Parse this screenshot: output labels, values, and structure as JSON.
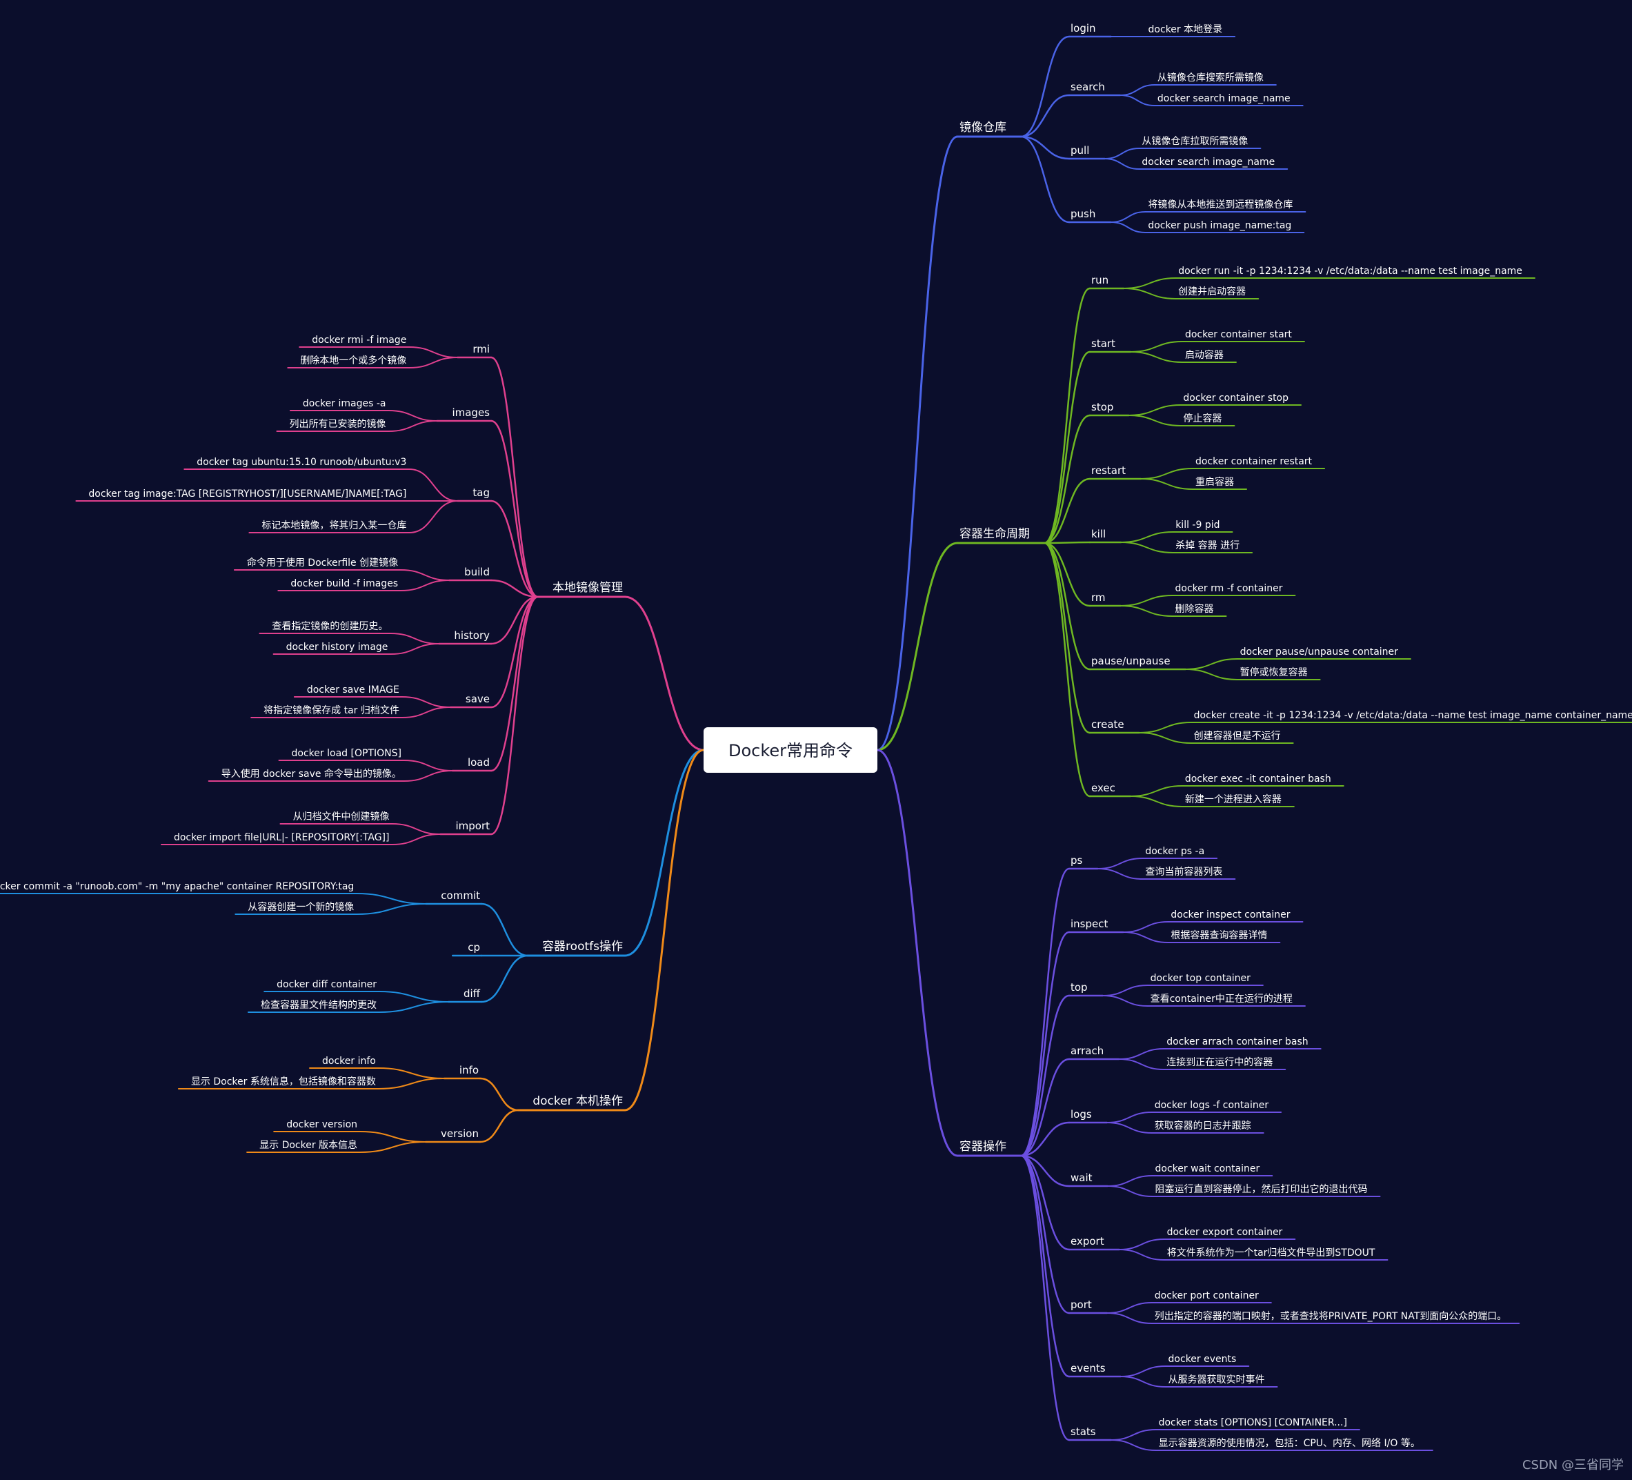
{
  "root": "Docker常用命令",
  "branches": [
    {
      "label": "镜像仓库",
      "color": "#4a63e8",
      "children": [
        {
          "label": "login",
          "children": [
            "docker 本地登录"
          ]
        },
        {
          "label": "search",
          "children": [
            "从镜像仓库搜索所需镜像",
            "docker search image_name"
          ]
        },
        {
          "label": "pull",
          "children": [
            "从镜像仓库拉取所需镜像",
            "docker search image_name"
          ]
        },
        {
          "label": "push",
          "children": [
            "将镜像从本地推送到远程镜像仓库",
            "docker push image_name:tag"
          ]
        }
      ]
    },
    {
      "label": "容器生命周期",
      "color": "#6fb822",
      "children": [
        {
          "label": "run",
          "children": [
            "docker run  -it -p 1234:1234 -v /etc/data:/data --name test image_name",
            "创建并启动容器"
          ]
        },
        {
          "label": "start",
          "children": [
            "docker container start",
            "启动容器"
          ]
        },
        {
          "label": "stop",
          "children": [
            "docker container stop",
            "停止容器"
          ]
        },
        {
          "label": "restart",
          "children": [
            "docker container restart",
            "重启容器"
          ]
        },
        {
          "label": "kill",
          "children": [
            "kill -9 pid",
            "杀掉 容器 进行"
          ]
        },
        {
          "label": "rm",
          "children": [
            "docker rm -f container",
            "删除容器"
          ]
        },
        {
          "label": "pause/unpause",
          "children": [
            "docker pause/unpause container",
            "暂停或恢复容器"
          ]
        },
        {
          "label": "create",
          "children": [
            "docker create  -it -p 1234:1234 -v /etc/data:/data --name test image_name container_name",
            "创建容器但是不运行"
          ]
        },
        {
          "label": "exec",
          "children": [
            "docker exec -it container bash",
            "新建一个进程进入容器"
          ]
        }
      ]
    },
    {
      "label": "容器操作",
      "color": "#6b4fe0",
      "children": [
        {
          "label": "ps",
          "children": [
            "docker ps -a",
            "查询当前容器列表"
          ]
        },
        {
          "label": "inspect",
          "children": [
            "docker inspect  container",
            "根据容器查询容器详情"
          ]
        },
        {
          "label": "top",
          "children": [
            "docker top container",
            "查看container中正在运行的进程"
          ]
        },
        {
          "label": "arrach",
          "children": [
            "docker arrach container bash",
            "连接到正在运行中的容器"
          ]
        },
        {
          "label": "logs",
          "children": [
            "docker logs -f container",
            "获取容器的日志并跟踪"
          ]
        },
        {
          "label": "wait",
          "children": [
            "docker wait container",
            "阻塞运行直到容器停止，然后打印出它的退出代码"
          ]
        },
        {
          "label": "export",
          "children": [
            "docker export container",
            "将文件系统作为一个tar归档文件导出到STDOUT"
          ]
        },
        {
          "label": "port",
          "children": [
            "docker port container",
            "列出指定的容器的端口映射，或者查找将PRIVATE_PORT NAT到面向公众的端口。"
          ]
        },
        {
          "label": "events",
          "children": [
            "docker events",
            "从服务器获取实时事件"
          ]
        },
        {
          "label": "stats",
          "children": [
            "docker stats [OPTIONS] [CONTAINER...]",
            "显示容器资源的使用情况，包括：CPU、内存、网络 I/O 等。"
          ]
        }
      ]
    },
    {
      "label": "本地镜像管理",
      "color": "#e0408e",
      "children": [
        {
          "label": "rmi",
          "children": [
            "docker rmi -f image",
            "删除本地一个或多个镜像"
          ]
        },
        {
          "label": "images",
          "children": [
            "docker images -a",
            "列出所有已安装的镜像"
          ]
        },
        {
          "label": "tag",
          "children": [
            "docker tag ubuntu:15.10 runoob/ubuntu:v3",
            "docker tag image:TAG [REGISTRYHOST/][USERNAME/]NAME[:TAG]",
            "标记本地镜像，将其归入某一仓库"
          ]
        },
        {
          "label": "build",
          "children": [
            "命令用于使用 Dockerfile 创建镜像",
            "docker build -f images"
          ]
        },
        {
          "label": "history",
          "children": [
            "查看指定镜像的创建历史。",
            "docker history image"
          ]
        },
        {
          "label": "save",
          "children": [
            "docker save IMAGE",
            "将指定镜像保存成 tar 归档文件"
          ]
        },
        {
          "label": "load",
          "children": [
            "docker load [OPTIONS]",
            "导入使用 docker save 命令导出的镜像。"
          ]
        },
        {
          "label": "import",
          "children": [
            "从归档文件中创建镜像",
            "docker import  file|URL|- [REPOSITORY[:TAG]]"
          ]
        }
      ]
    },
    {
      "label": "容器rootfs操作",
      "color": "#1e8fe0",
      "children": [
        {
          "label": "commit",
          "children": [
            "docker commit -a \"runoob.com\" -m \"my apache\" container  REPOSITORY:tag",
            "从容器创建一个新的镜像"
          ]
        },
        {
          "label": "cp",
          "children": []
        },
        {
          "label": "diff",
          "children": [
            "docker diff container",
            "检查容器里文件结构的更改"
          ]
        }
      ]
    },
    {
      "label": "docker 本机操作",
      "color": "#f08a18",
      "children": [
        {
          "label": "info",
          "children": [
            "docker info",
            "显示 Docker 系统信息，包括镜像和容器数"
          ]
        },
        {
          "label": "version",
          "children": [
            "docker version",
            "显示 Docker 版本信息"
          ]
        }
      ]
    }
  ],
  "watermark": "CSDN @三省同学"
}
